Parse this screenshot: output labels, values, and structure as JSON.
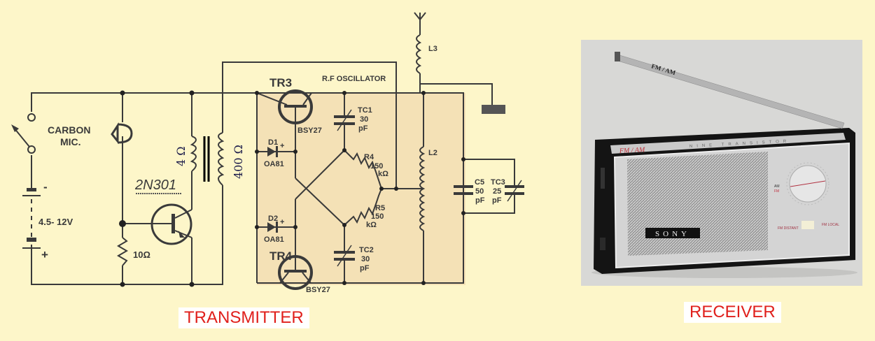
{
  "transmitter": {
    "caption": "TRANSMITTER",
    "labels": {
      "carbon": "CARBON",
      "mic": "MIC.",
      "battery_minus": "-",
      "battery_voltage": "4.5- 12V",
      "battery_plus": "+",
      "resistor_10": "10Ω",
      "transistor_2n301": "2N301",
      "primary": "4 Ω",
      "secondary": "400 Ω",
      "rf_oscillator": "R.F OSCILLATOR",
      "tr3": "TR3",
      "tr4": "TR4",
      "bsy27_a": "BSY27",
      "bsy27_b": "BSY27",
      "d1": "D1",
      "d2": "D2",
      "oa81_a": "OA81",
      "oa81_b": "OA81",
      "tc1": "TC1",
      "tc1_val": "30",
      "tc1_unit": "pF",
      "tc2": "TC2",
      "tc2_val": "30",
      "tc2_unit": "pF",
      "r4": "R4",
      "r4_val": "150",
      "r4_unit": "kΩ",
      "r5": "R5",
      "r5_val": "150",
      "r5_unit": "kΩ",
      "l2": "L2",
      "l3": "L3",
      "c5": "C5",
      "c5_val": "50",
      "c5_unit": "pF",
      "tc3": "TC3",
      "tc3_val": "25",
      "tc3_unit": "pF",
      "diode_plus_1": "+",
      "diode_plus_2": "+"
    }
  },
  "receiver": {
    "caption": "RECEIVER",
    "antenna_label": "FM / AM",
    "band_label": "FM / AM",
    "strip_text": "NINE TRANSISTOR",
    "brand": "SONY",
    "band_am": "AM",
    "band_fm": "FM",
    "fm_distant": "FM DISTANT",
    "fm_local": "FM LOCAL"
  },
  "colors": {
    "background": "#fdf6c9",
    "shaded": "#f4e1b6",
    "caption_text": "#e0201c"
  }
}
